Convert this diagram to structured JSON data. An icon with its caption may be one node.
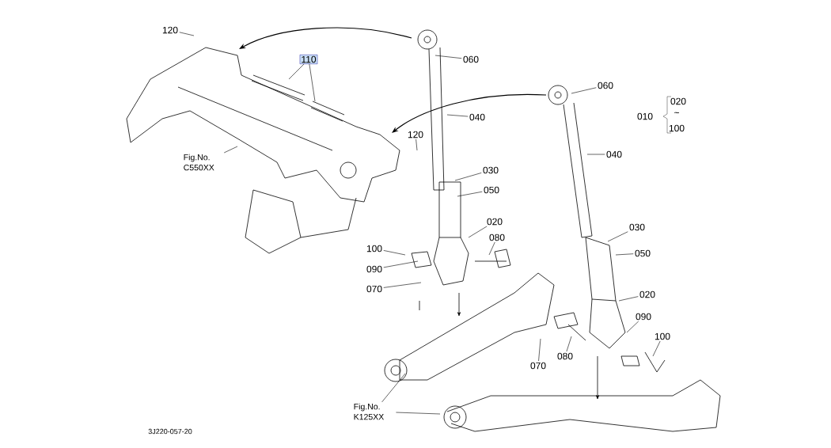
{
  "diagram": {
    "nodes": [
      {
        "text": [
          "120"
        ]
      },
      {
        "text": [
          "110"
        ]
      },
      {
        "text": [
          "060"
        ]
      },
      {
        "text": [
          "040"
        ]
      },
      {
        "text": [
          "120"
        ]
      },
      {
        "text": [
          "060"
        ]
      },
      {
        "text": [
          "040"
        ]
      },
      {
        "text": [
          "Fig.No. C550XX"
        ]
      },
      {
        "text": [
          "030"
        ]
      },
      {
        "text": [
          "050"
        ]
      },
      {
        "text": [
          "020"
        ]
      },
      {
        "text": [
          "080"
        ]
      },
      {
        "text": [
          "100"
        ]
      },
      {
        "text": [
          "090"
        ]
      },
      {
        "text": [
          "070"
        ]
      },
      {
        "text": [
          "030"
        ]
      },
      {
        "text": [
          "050"
        ]
      },
      {
        "text": [
          "020"
        ]
      },
      {
        "text": [
          "090"
        ]
      },
      {
        "text": [
          "100"
        ]
      },
      {
        "text": [
          "080"
        ]
      },
      {
        "text": [
          "070"
        ]
      },
      {
        "text": [
          "Fig.No. K125XX"
        ]
      }
    ],
    "edges": [
      {
        "from": 0,
        "to": null,
        "arrow": "none"
      },
      {
        "from": 1,
        "to": null,
        "arrow": "none"
      },
      {
        "from": 1,
        "to": null,
        "arrow": "none"
      },
      {
        "from": 2,
        "to": null,
        "arrow": "none"
      },
      {
        "from": 3,
        "to": null,
        "arrow": "none"
      },
      {
        "from": 4,
        "to": null,
        "arrow": "none"
      },
      {
        "from": 5,
        "to": null,
        "arrow": "none"
      },
      {
        "from": 6,
        "to": null,
        "arrow": "none"
      },
      {
        "from": 7,
        "to": null,
        "arrow": "none"
      },
      {
        "from": 8,
        "to": null,
        "arrow": "none"
      },
      {
        "from": 9,
        "to": null,
        "arrow": "none"
      },
      {
        "from": 10,
        "to": null,
        "arrow": "none"
      },
      {
        "from": 11,
        "to": null,
        "arrow": "none"
      },
      {
        "from": 12,
        "to": null,
        "arrow": "none"
      },
      {
        "from": 13,
        "to": null,
        "arrow": "none"
      },
      {
        "from": 14,
        "to": null,
        "arrow": "none"
      },
      {
        "from": 15,
        "to": null,
        "arrow": "none"
      },
      {
        "from": 16,
        "to": null,
        "arrow": "none"
      },
      {
        "from": 17,
        "to": null,
        "arrow": "none"
      },
      {
        "from": 18,
        "to": null,
        "arrow": "none"
      },
      {
        "from": 19,
        "to": null,
        "arrow": "none"
      },
      {
        "from": 20,
        "to": null,
        "arrow": "none"
      },
      {
        "from": 21,
        "to": null,
        "arrow": "none"
      },
      {
        "from": 22,
        "to": null,
        "arrow": "none"
      },
      {
        "from": 22,
        "to": null,
        "arrow": "none"
      }
    ],
    "labels": [
      "010",
      "020",
      "~",
      "100",
      "3J220-057-20"
    ]
  }
}
